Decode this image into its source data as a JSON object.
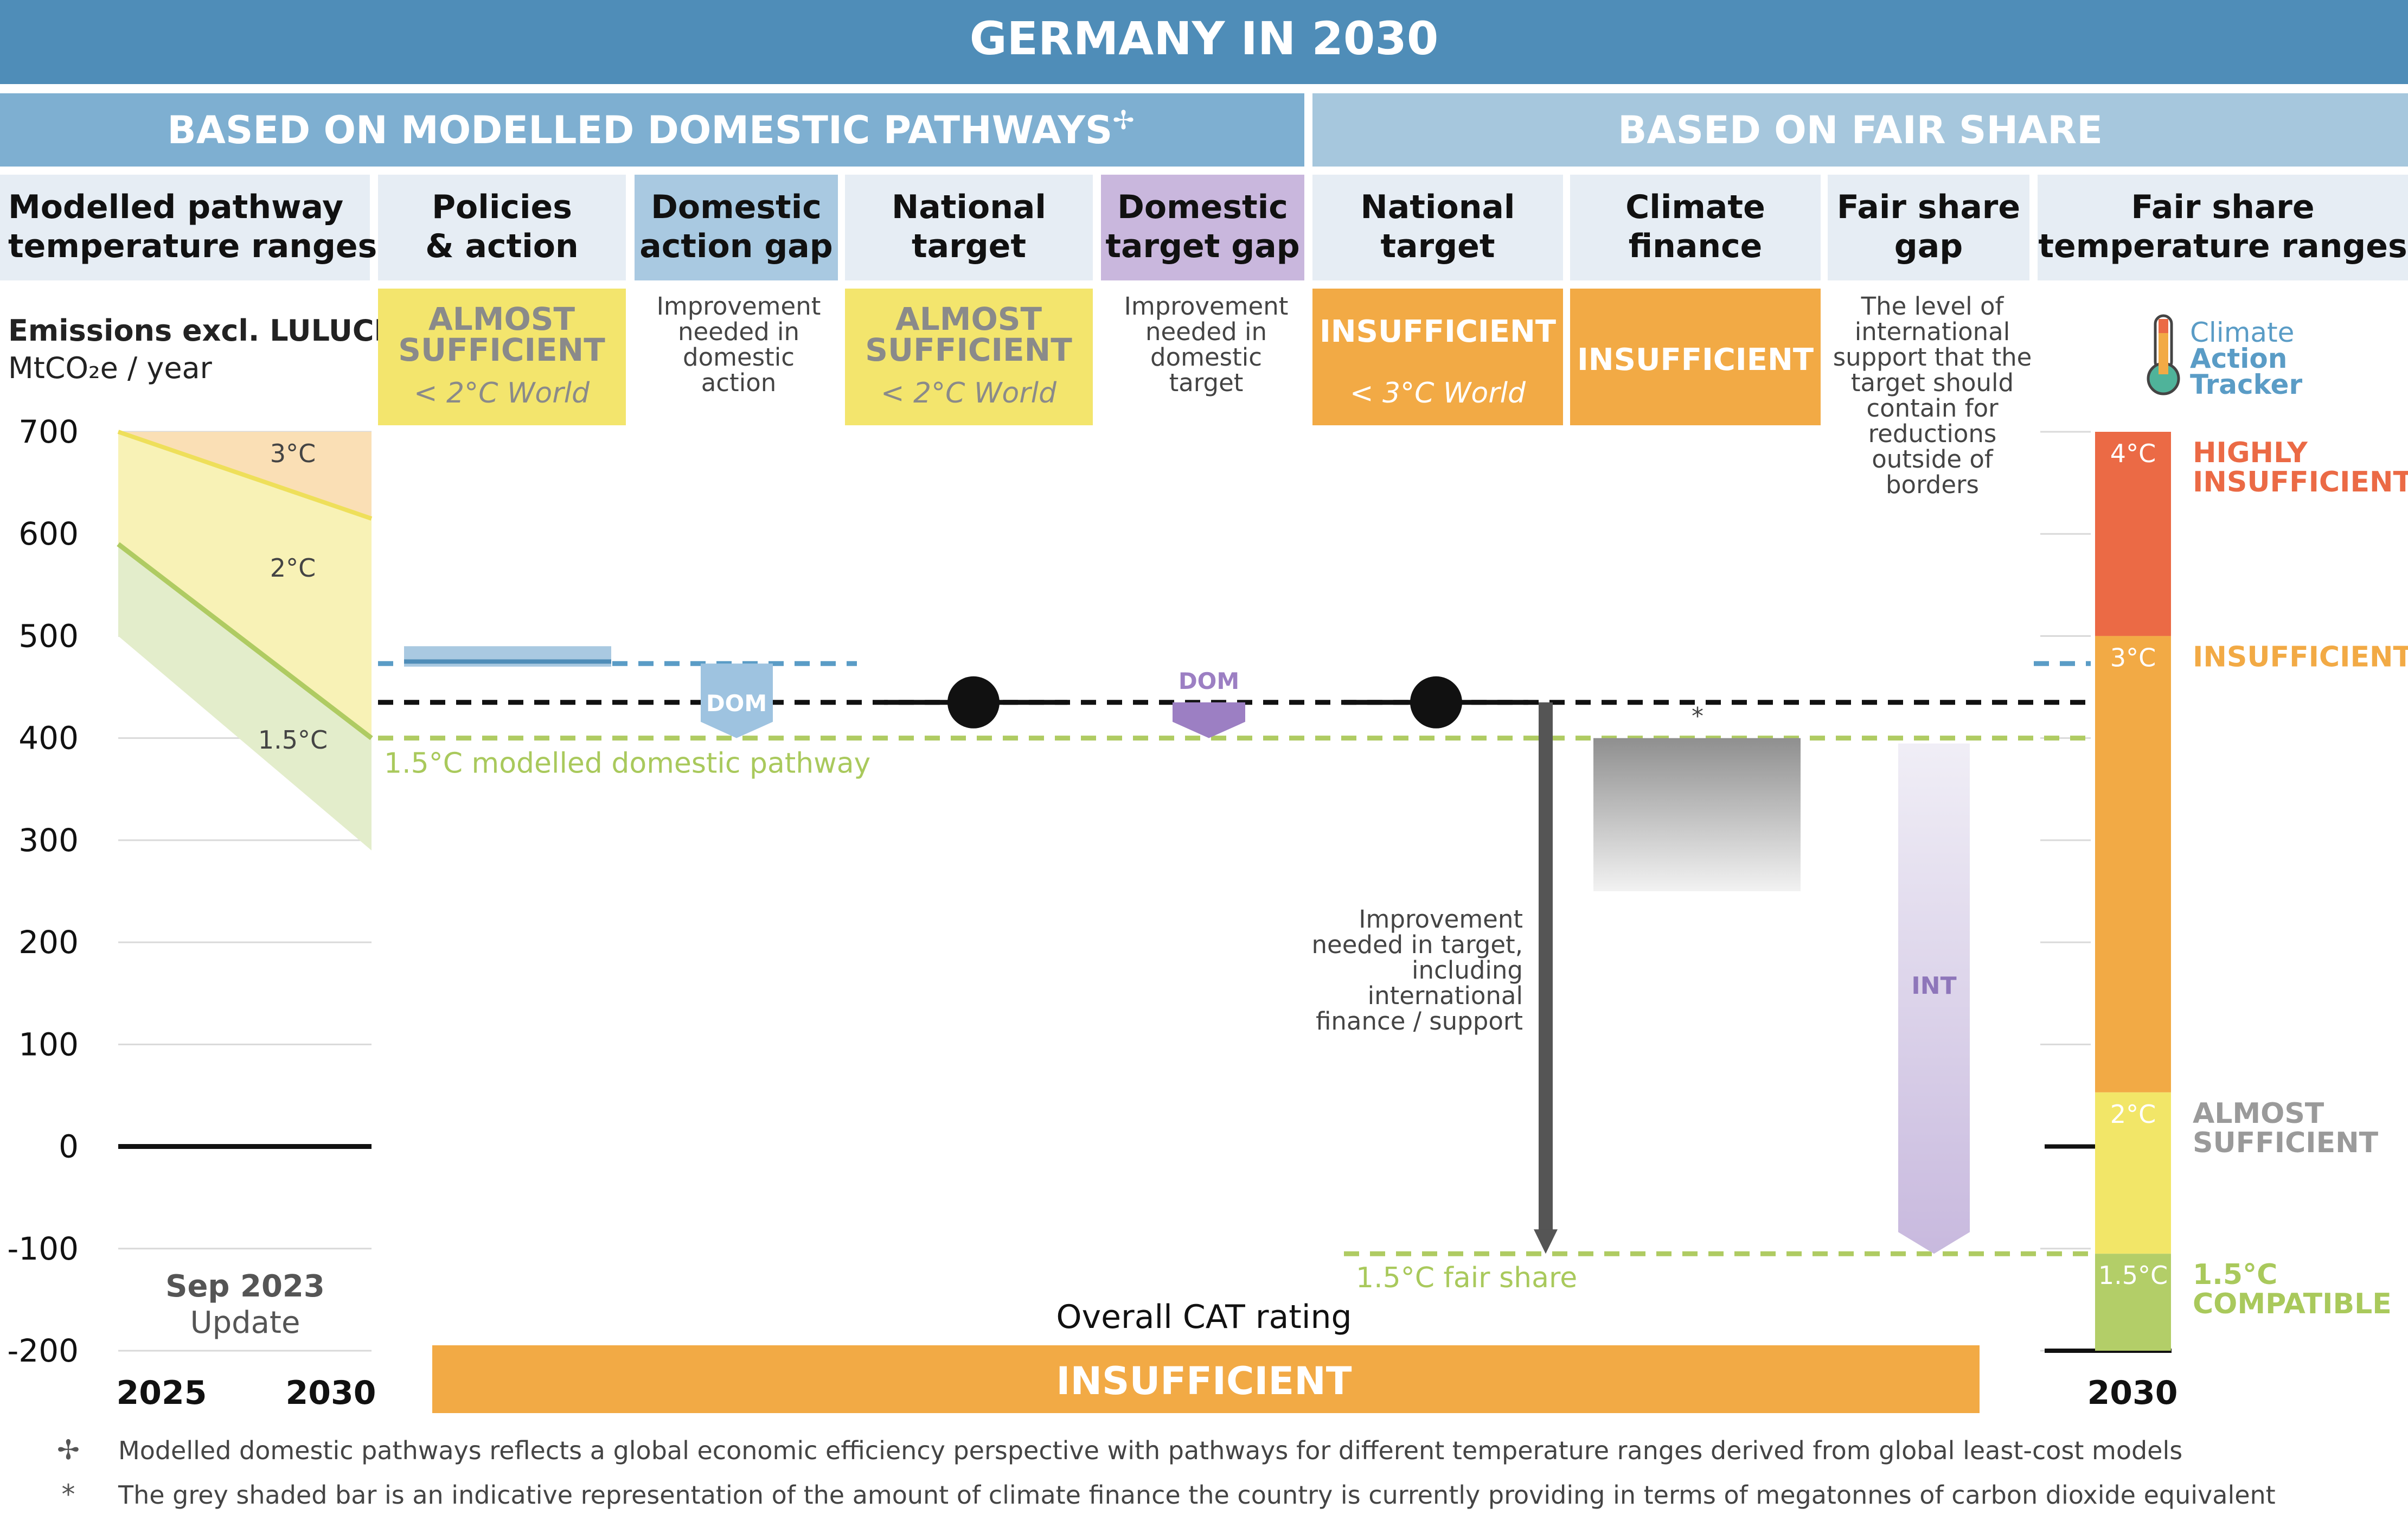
{
  "title": "GERMANY IN 2030",
  "section_modelled": "BASED ON MODELLED DOMESTIC PATHWAYS",
  "section_modelled_mark": "✢",
  "section_fairshare": "BASED ON FAIR SHARE",
  "columns": {
    "modelled_pathway": [
      "Modelled pathway",
      "temperature ranges"
    ],
    "policies": [
      "Policies",
      "& action"
    ],
    "dom_action_gap": [
      "Domestic",
      "action gap"
    ],
    "national_target": [
      "National",
      "target"
    ],
    "dom_target_gap": [
      "Domestic",
      "target gap"
    ],
    "fs_national_target": [
      "National",
      "target"
    ],
    "climate_finance": [
      "Climate",
      "finance"
    ],
    "fair_share_gap": [
      "Fair share",
      "gap"
    ],
    "fs_temp_ranges": [
      "Fair share",
      "temperature ranges"
    ]
  },
  "y_title": "Emissions excl. LULUCF",
  "y_unit": "MtCO₂e / year",
  "ratings": {
    "policies": {
      "line1": "ALMOST",
      "line2": "SUFFICIENT",
      "sub": "< 2°C World"
    },
    "national_target": {
      "line1": "ALMOST",
      "line2": "SUFFICIENT",
      "sub": "< 2°C World"
    },
    "fs_national_target": {
      "line1": "INSUFFICIENT",
      "sub": "< 3°C World"
    },
    "climate_finance": {
      "line1": "INSUFFICIENT"
    }
  },
  "notes": {
    "dom_action_gap": [
      "Improvement",
      "needed in",
      "domestic",
      "action"
    ],
    "dom_target_gap": [
      "Improvement",
      "needed in",
      "domestic",
      "target"
    ],
    "fair_share_gap": [
      "The level of",
      "international",
      "support that the",
      "target should",
      "contain for",
      "reductions",
      "outside of",
      "borders"
    ],
    "improvement_target": [
      "Improvement",
      "needed in target,",
      "including",
      "international",
      "finance /  support"
    ]
  },
  "logo": {
    "word1": "Climate",
    "word2": "Action",
    "word3": "Tracker"
  },
  "labels": {
    "dom": "DOM",
    "int": "INT",
    "asterisk": "*",
    "pathway_15": "1.5°C modelled domestic pathway",
    "fair_share_15": "1.5°C fair share",
    "update_line1": "Sep 2023",
    "update_line2": "Update",
    "overall_title": "Overall CAT rating",
    "overall_rating": "INSUFFICIENT"
  },
  "fair_share_bands": [
    {
      "label": "4°C",
      "rating": [
        "HIGHLY",
        "INSUFFICIENT"
      ],
      "color": "#EB6A45",
      "rating_color": "#EB6A45"
    },
    {
      "label": "3°C",
      "rating": [
        "INSUFFICIENT"
      ],
      "color": "#F2AA45",
      "rating_color": "#F2AA45"
    },
    {
      "label": "2°C",
      "rating": [
        "ALMOST",
        "SUFFICIENT"
      ],
      "color": "#F2E668",
      "rating_color": "#9A9A9A"
    },
    {
      "label": "1.5°C",
      "rating": [
        "1.5°C",
        "COMPATIBLE"
      ],
      "color": "#B3CE68",
      "rating_color": "#A9C95C"
    }
  ],
  "footnotes": [
    {
      "mark": "✢",
      "text": "Modelled domestic pathways reflects a global economic efficiency perspective with pathways for different temperature ranges derived from global least-cost models"
    },
    {
      "mark": "*",
      "text": "The grey shaded bar is an indicative representation of the amount of climate finance the country is currently providing in terms of megatonnes of carbon dioxide equivalent"
    }
  ],
  "colors": {
    "header_dark": "#4F8DB8",
    "header_mid": "#7EAFD1",
    "header_light": "#A6C7DD",
    "col_head": "#E6EDF4",
    "policies_blue": "#A9C9E1",
    "purple": "#C9B7DD",
    "yellow": "#F3E56D",
    "orange": "#F2AA45",
    "green_line": "#AFCB62",
    "blue_line": "#5A9CC6",
    "purple_dark": "#9C7FC3"
  },
  "chart_data": {
    "type": "area",
    "x": [
      2025,
      2030
    ],
    "x_tick_labels": [
      "2025",
      "2030",
      "2030"
    ],
    "ylim": [
      -200,
      700
    ],
    "y_ticks": [
      700,
      600,
      500,
      400,
      300,
      200,
      100,
      0,
      -100,
      -200
    ],
    "grid": true,
    "modelled_pathways": [
      {
        "name": "3°C",
        "values": [
          700,
          615
        ]
      },
      {
        "name": "2°C",
        "values": [
          590,
          400
        ]
      },
      {
        "name": "1.5°C",
        "values": [
          500,
          290
        ]
      }
    ],
    "policies_range": [
      470,
      490
    ],
    "policies_mid": 475,
    "current_policy_projection": 473,
    "national_target": 435,
    "pathway_15_modelled": 400,
    "fair_share_15": -105,
    "climate_finance_range": [
      250,
      400
    ],
    "fair_share_boundaries": {
      "4C_top": 700,
      "3C": 500,
      "2C": 53,
      "1_5C": -105,
      "bottom": -200
    }
  }
}
